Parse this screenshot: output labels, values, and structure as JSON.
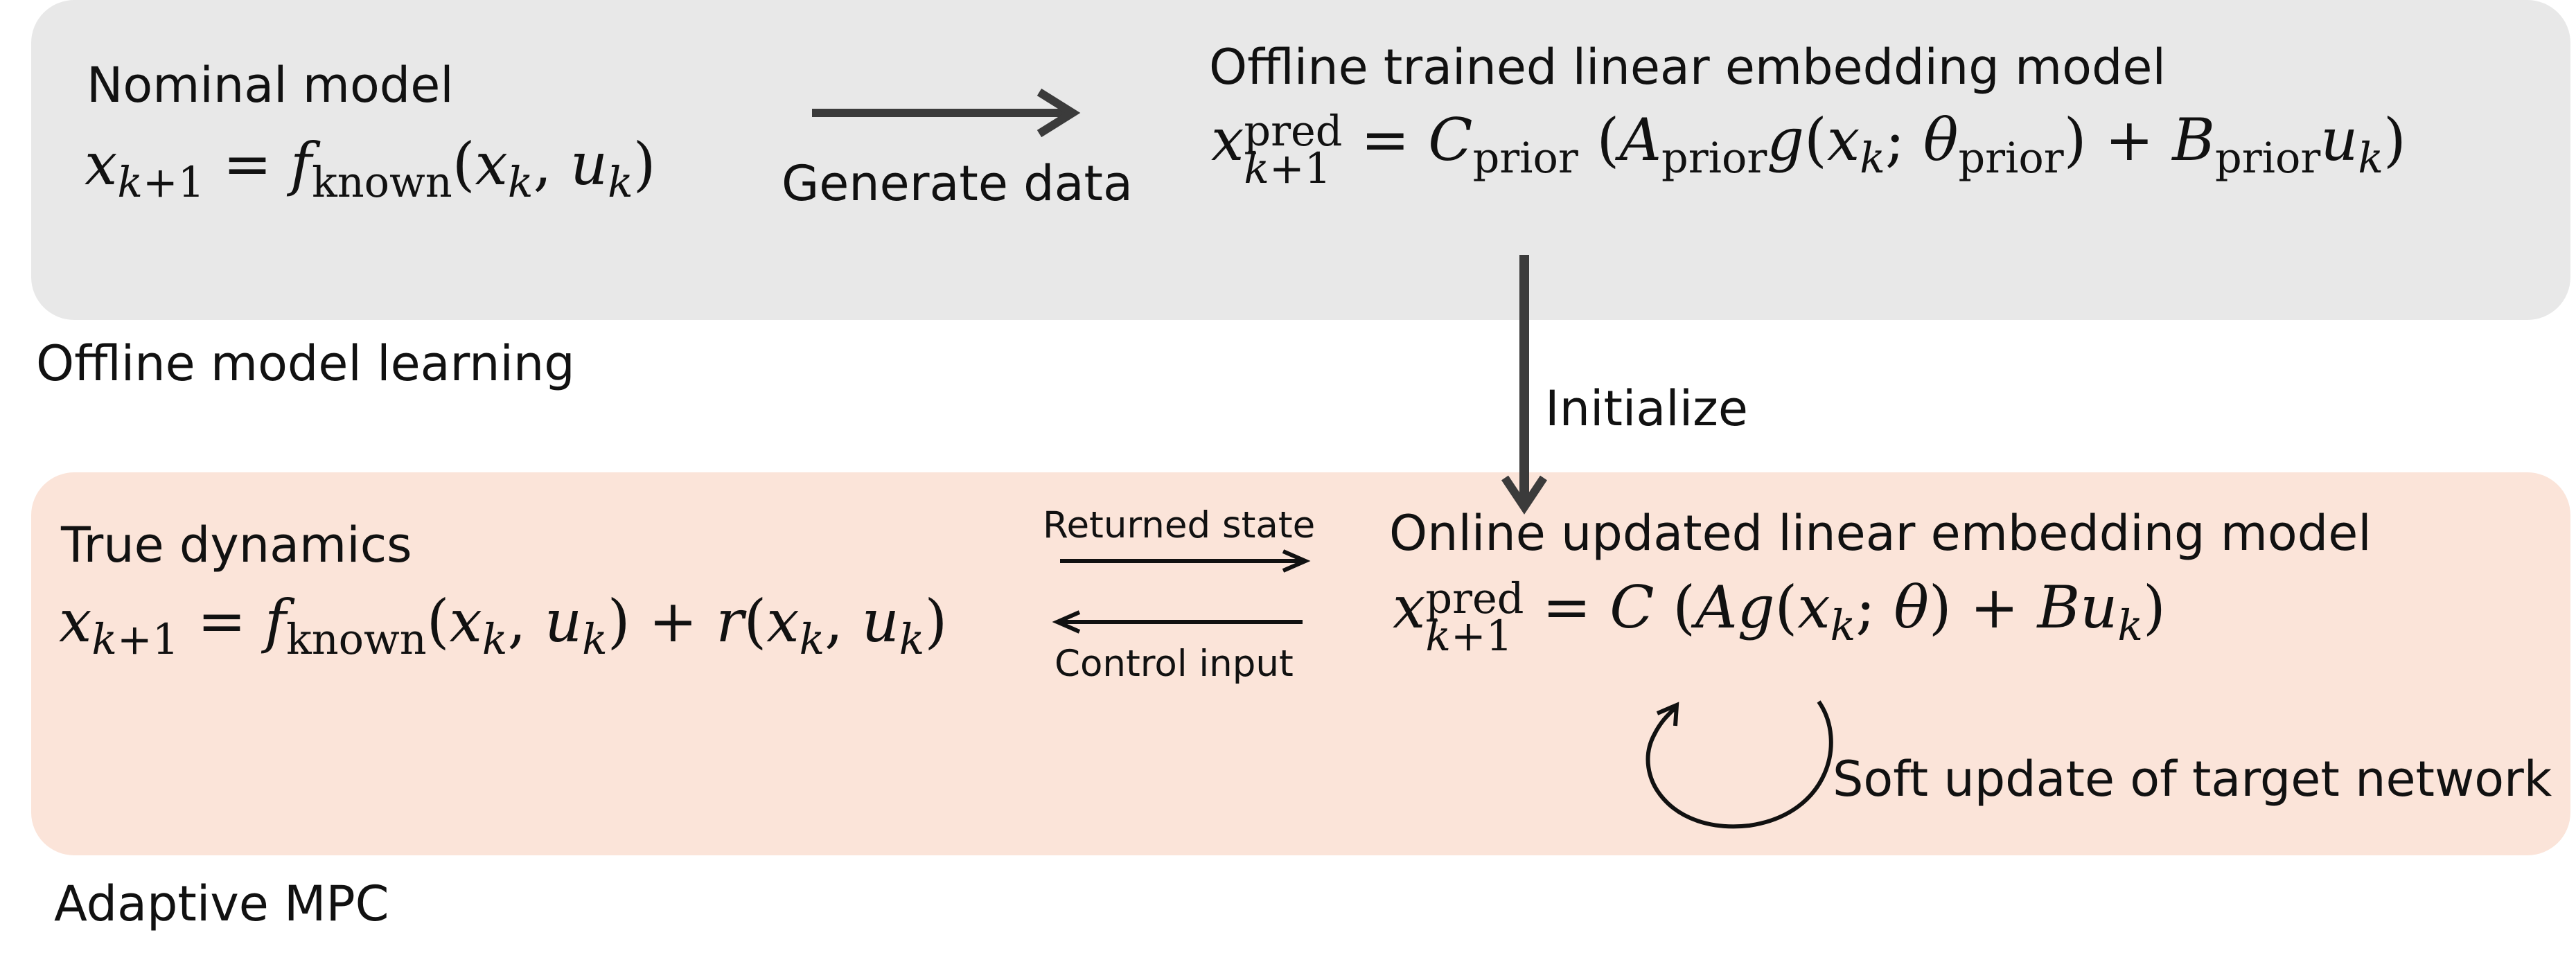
{
  "offline_panel": {
    "nominal_title": "Nominal model",
    "generate_label": "Generate data",
    "trained_title": "Offline trained linear embedding model",
    "section_label": "Offline model learning"
  },
  "connector": {
    "initialize_label": "Initialize"
  },
  "online_panel": {
    "true_title": "True dynamics",
    "returned_label": "Returned state",
    "control_label": "Control input",
    "online_title": "Online updated linear embedding model",
    "soft_update_label": "Soft update of target network",
    "section_label": "Adaptive MPC"
  },
  "colors": {
    "offline_panel_bg": "#e8e8e8",
    "online_panel_bg": "#fbe4d9",
    "thick_arrow": "#3b3b3b",
    "thin_arrow": "#111111"
  }
}
